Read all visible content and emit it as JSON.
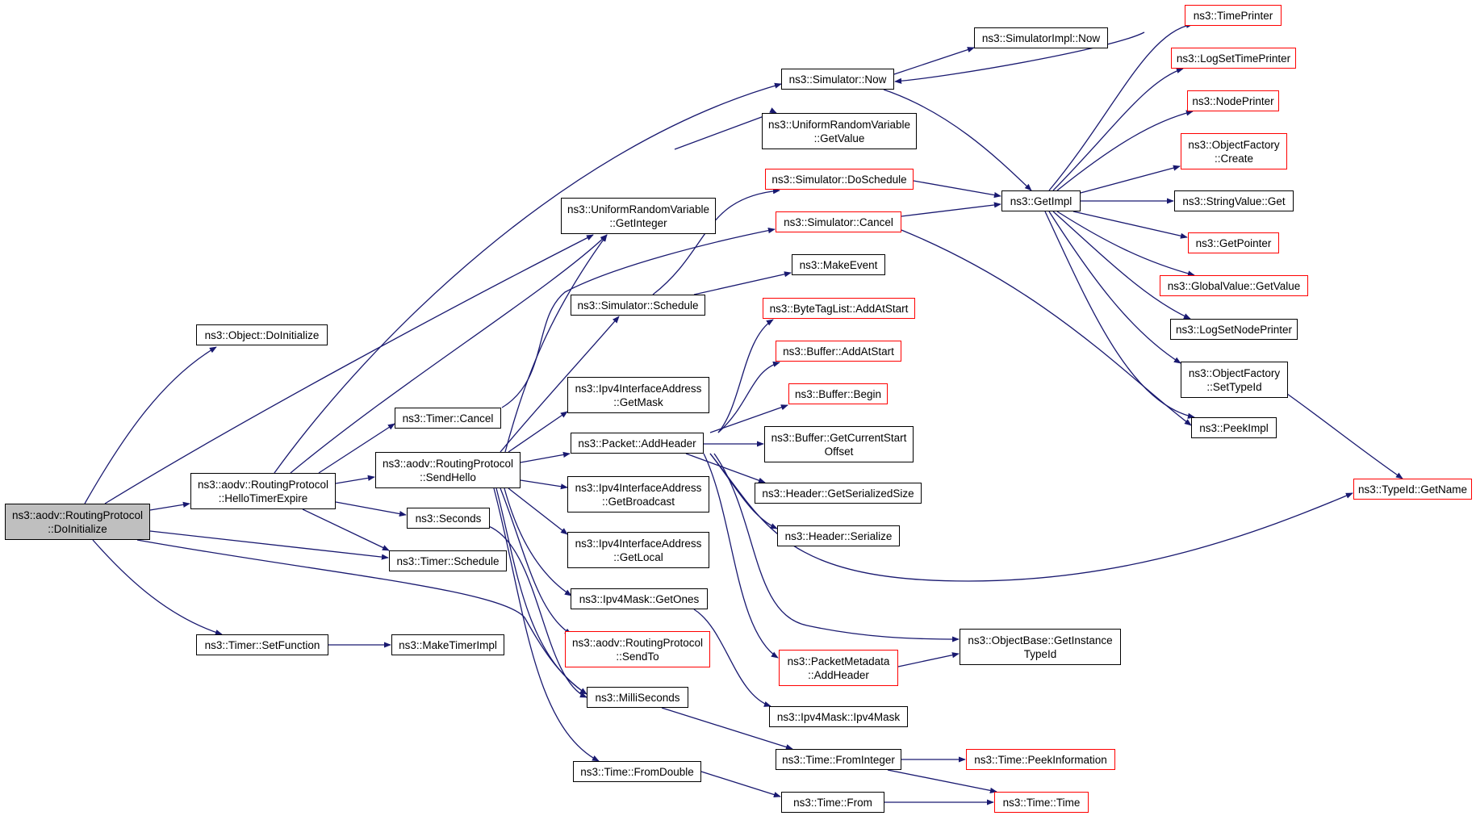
{
  "colors": {
    "edge": "#191970",
    "border_normal": "#000000",
    "border_truncated": "#ff0000",
    "root_fill": "#bfbfbf"
  },
  "nodes": [
    {
      "id": "doinit",
      "label": "ns3::aodv::RoutingProtocol\n::DoInitialize",
      "root": true
    },
    {
      "id": "objdoinit",
      "label": "ns3::Object::DoInitialize"
    },
    {
      "id": "hello",
      "label": "ns3::aodv::RoutingProtocol\n::HelloTimerExpire"
    },
    {
      "id": "setfunc",
      "label": "ns3::Timer::SetFunction"
    },
    {
      "id": "maketimer",
      "label": "ns3::MakeTimerImpl"
    },
    {
      "id": "tcancel",
      "label": "ns3::Timer::Cancel"
    },
    {
      "id": "sendhello",
      "label": "ns3::aodv::RoutingProtocol\n::SendHello"
    },
    {
      "id": "seconds",
      "label": "ns3::Seconds"
    },
    {
      "id": "tsched",
      "label": "ns3::Timer::Schedule"
    },
    {
      "id": "simnow",
      "label": "ns3::Simulator::Now"
    },
    {
      "id": "implnow",
      "label": "ns3::SimulatorImpl::Now"
    },
    {
      "id": "urvget",
      "label": "ns3::UniformRandomVariable\n::GetValue"
    },
    {
      "id": "urvint",
      "label": "ns3::UniformRandomVariable\n::GetInteger"
    },
    {
      "id": "dosched",
      "label": "ns3::Simulator::DoSchedule",
      "truncated": true
    },
    {
      "id": "simcancel",
      "label": "ns3::Simulator::Cancel",
      "truncated": true
    },
    {
      "id": "simsched",
      "label": "ns3::Simulator::Schedule"
    },
    {
      "id": "makeevent",
      "label": "ns3::MakeEvent"
    },
    {
      "id": "getmask",
      "label": "ns3::Ipv4InterfaceAddress\n::GetMask"
    },
    {
      "id": "addheader",
      "label": "ns3::Packet::AddHeader"
    },
    {
      "id": "getbcast",
      "label": "ns3::Ipv4InterfaceAddress\n::GetBroadcast"
    },
    {
      "id": "getlocal",
      "label": "ns3::Ipv4InterfaceAddress\n::GetLocal"
    },
    {
      "id": "getones",
      "label": "ns3::Ipv4Mask::GetOnes"
    },
    {
      "id": "sendto",
      "label": "ns3::aodv::RoutingProtocol\n::SendTo",
      "truncated": true
    },
    {
      "id": "milli",
      "label": "ns3::MilliSeconds"
    },
    {
      "id": "fromdouble",
      "label": "ns3::Time::FromDouble"
    },
    {
      "id": "bytetag",
      "label": "ns3::ByteTagList::AddAtStart",
      "truncated": true
    },
    {
      "id": "bufadd",
      "label": "ns3::Buffer::AddAtStart",
      "truncated": true
    },
    {
      "id": "bufbegin",
      "label": "ns3::Buffer::Begin",
      "truncated": true
    },
    {
      "id": "bufcur",
      "label": "ns3::Buffer::GetCurrentStart\nOffset"
    },
    {
      "id": "hsize",
      "label": "ns3::Header::GetSerializedSize"
    },
    {
      "id": "hser",
      "label": "ns3::Header::Serialize"
    },
    {
      "id": "pmeta",
      "label": "ns3::PacketMetadata\n::AddHeader",
      "truncated": true
    },
    {
      "id": "ipv4mask",
      "label": "ns3::Ipv4Mask::Ipv4Mask"
    },
    {
      "id": "fromint",
      "label": "ns3::Time::FromInteger"
    },
    {
      "id": "tfrom",
      "label": "ns3::Time::From"
    },
    {
      "id": "objbase",
      "label": "ns3::ObjectBase::GetInstance\nTypeId"
    },
    {
      "id": "peekinfo",
      "label": "ns3::Time::PeekInformation",
      "truncated": true
    },
    {
      "id": "ttime",
      "label": "ns3::Time::Time",
      "truncated": true
    },
    {
      "id": "getimpl",
      "label": "ns3::GetImpl"
    },
    {
      "id": "timeprinter",
      "label": "ns3::TimePrinter",
      "truncated": true
    },
    {
      "id": "logsettime",
      "label": "ns3::LogSetTimePrinter",
      "truncated": true
    },
    {
      "id": "nodeprinter",
      "label": "ns3::NodePrinter",
      "truncated": true
    },
    {
      "id": "ofcreate",
      "label": "ns3::ObjectFactory\n::Create",
      "truncated": true
    },
    {
      "id": "strget",
      "label": "ns3::StringValue::Get"
    },
    {
      "id": "getptr",
      "label": "ns3::GetPointer",
      "truncated": true
    },
    {
      "id": "gvget",
      "label": "ns3::GlobalValue::GetValue",
      "truncated": true
    },
    {
      "id": "logsetnode",
      "label": "ns3::LogSetNodePrinter"
    },
    {
      "id": "ofsettype",
      "label": "ns3::ObjectFactory\n::SetTypeId"
    },
    {
      "id": "peekimpl",
      "label": "ns3::PeekImpl"
    },
    {
      "id": "getname",
      "label": "ns3::TypeId::GetName",
      "truncated": true
    }
  ]
}
